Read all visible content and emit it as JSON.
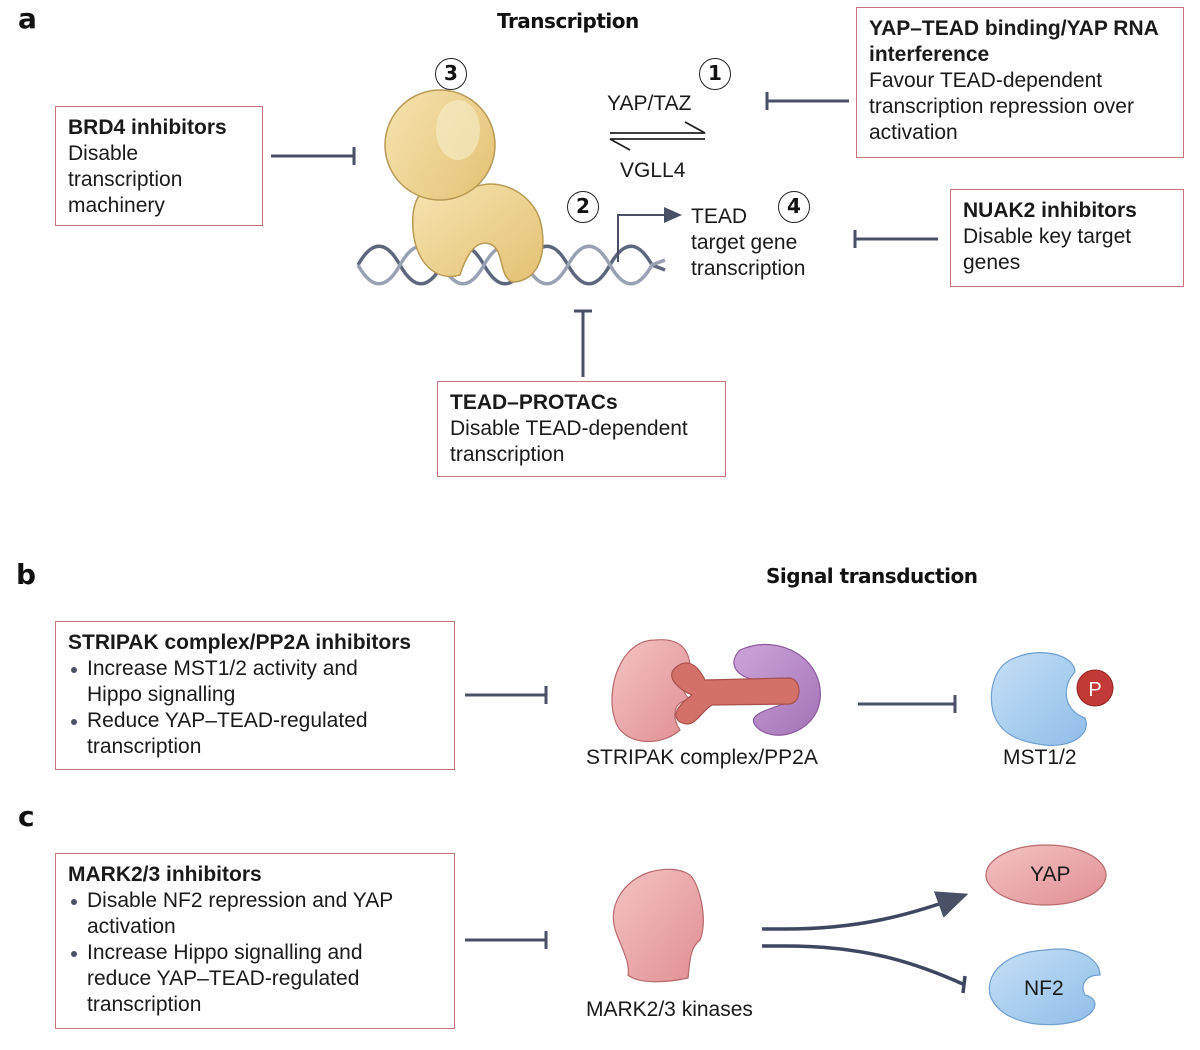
{
  "panels": {
    "a": {
      "letter": "a",
      "title": "Transcription",
      "boxes": {
        "brd4": {
          "title": "BRD4 inhibitors",
          "lines": [
            "Disable",
            "transcription",
            "machinery"
          ]
        },
        "yap_tead": {
          "title_lines": [
            "YAP–TEAD binding/YAP RNA",
            "interference"
          ],
          "lines": [
            "Favour TEAD-dependent",
            "transcription repression over",
            "activation"
          ]
        },
        "nuak2": {
          "title": "NUAK2 inhibitors",
          "lines": [
            "Disable key target",
            "genes"
          ]
        },
        "tead_protacs": {
          "title": "TEAD–PROTACs",
          "lines": [
            "Disable TEAD-dependent",
            "transcription"
          ]
        }
      },
      "markers": [
        "1",
        "2",
        "3",
        "4"
      ],
      "labels": {
        "yap_taz": "YAP/TAZ",
        "vgll4": "VGLL4",
        "tead_target": [
          "TEAD",
          "target gene",
          "transcription"
        ]
      }
    },
    "b": {
      "letter": "b",
      "title": "Signal transduction",
      "box": {
        "title": "STRIPAK complex/PP2A inhibitors",
        "bullets": [
          [
            "Increase MST1/2 activity and",
            "Hippo signalling"
          ],
          [
            "Reduce YAP–TEAD-regulated",
            "transcription"
          ]
        ]
      },
      "labels": {
        "stripak": "STRIPAK complex/PP2A",
        "mst": "MST1/2",
        "phospho": "P"
      }
    },
    "c": {
      "letter": "c",
      "box": {
        "title": "MARK2/3 inhibitors",
        "bullets": [
          [
            "Disable NF2 repression and YAP",
            "activation"
          ],
          [
            "Increase Hippo signalling and",
            "reduce YAP–TEAD-regulated",
            "transcription"
          ]
        ]
      },
      "labels": {
        "mark": "MARK2/3 kinases",
        "yap": "YAP",
        "nf2": "NF2"
      }
    }
  },
  "colors": {
    "box_border": "#c8747a",
    "inhibit_line": "#4a5166",
    "tead_protein": "#ecd08c",
    "dna_dark": "#5d667d",
    "dna_light": "#9aa1b3",
    "pink_protein": "#e8a0a3",
    "red_linker": "#d4706a",
    "purple_protein": "#b687c4",
    "blue_protein": "#a9cdee",
    "phospho": "#c23a36"
  }
}
